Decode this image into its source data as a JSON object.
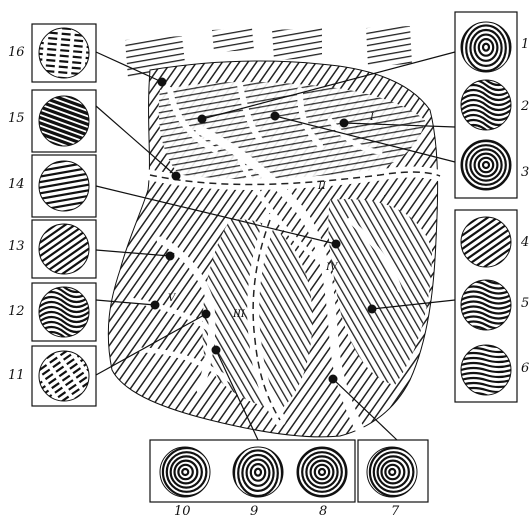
{
  "figure": {
    "callout_numbers": [
      "1",
      "2",
      "3",
      "4",
      "5",
      "6",
      "7",
      "8",
      "9",
      "10",
      "11",
      "12",
      "13",
      "14",
      "15",
      "16"
    ],
    "region_marks": [
      "I",
      "II",
      "III",
      "IV",
      "V"
    ]
  },
  "colors": {
    "ink": "#111111",
    "paper": "#ffffff",
    "ridge_fill": "#dcdcdc"
  },
  "icons": {
    "ridge_patterns": [
      "whorl",
      "loop",
      "concentric",
      "parallel",
      "s-pattern",
      "wave",
      "spiral",
      "concentric",
      "whorl",
      "spiral",
      "broken",
      "loop",
      "parallel",
      "parallel-light",
      "dense",
      "scattered"
    ]
  }
}
